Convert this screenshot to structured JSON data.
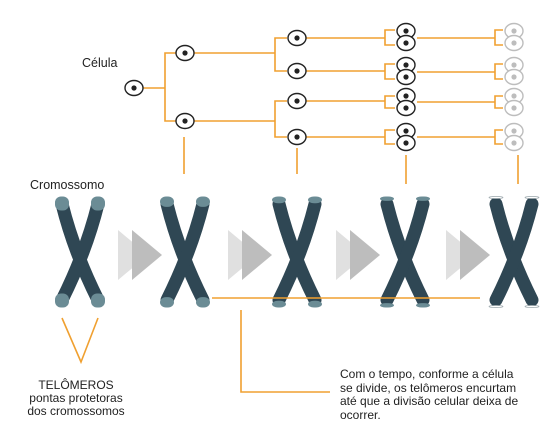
{
  "labels": {
    "cell": "Célula",
    "chromosome": "Cromossomo",
    "telomeres_title": "TELÔMEROS",
    "telomeres_line2": "pontas protetoras",
    "telomeres_line3": "dos cromossomos",
    "caption_line1": "Com o tempo, conforme a célula",
    "caption_line2": "se divide, os telômeros encurtam",
    "caption_line3": "até que a divisão celular deixa de",
    "caption_line4": "ocorrer."
  },
  "colors": {
    "line": "#f0a030",
    "chromosome": "#2f4754",
    "telomere": "#6b8c95",
    "arrow_light": "#e0e0e0",
    "arrow_dark": "#bdbdbd",
    "cell_faded": "#bdbdbd"
  },
  "chromosomes": [
    {
      "telomere_level": 1.0
    },
    {
      "telomere_level": 0.7
    },
    {
      "telomere_level": 0.4
    },
    {
      "telomere_level": 0.2
    },
    {
      "telomere_level": 0.0
    }
  ]
}
